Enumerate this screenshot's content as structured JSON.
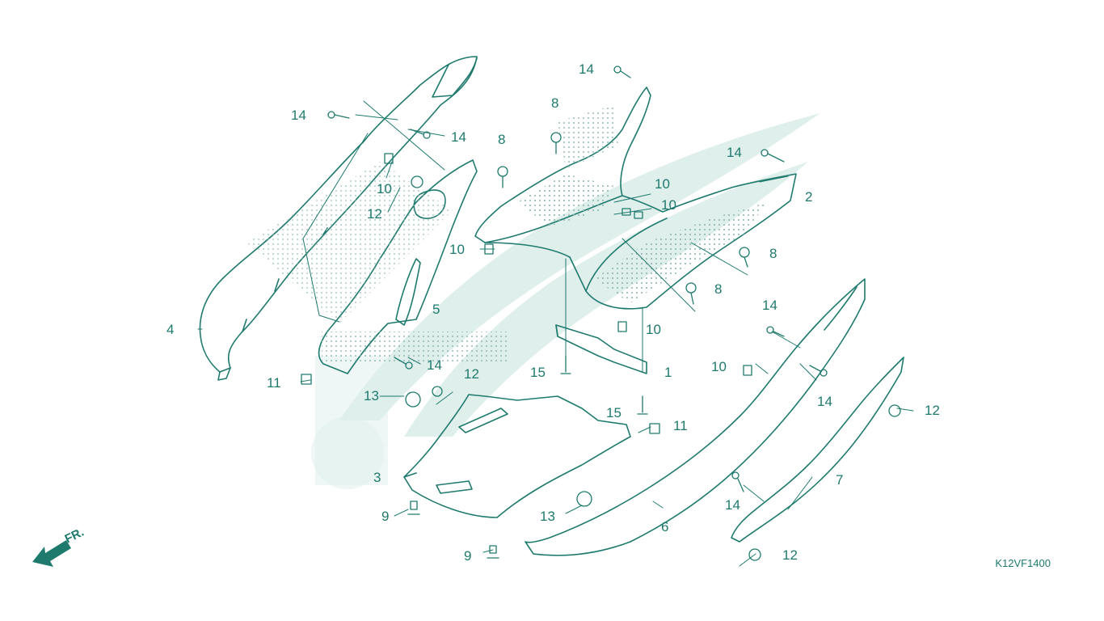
{
  "diagram_code": "K12VF1400",
  "front_indicator": "FR.",
  "colors": {
    "line": "#1f7a6e",
    "watermark": "#dceee9",
    "dots": "#8fb9b2"
  },
  "callouts": {
    "c1": "1",
    "c2": "2",
    "c3": "3",
    "c4": "4",
    "c5": "5",
    "c6": "6",
    "c7": "7",
    "c8a": "8",
    "c8b": "8",
    "c8c": "8",
    "c8d": "8",
    "c9a": "9",
    "c9b": "9",
    "c10a": "10",
    "c10b": "10",
    "c10c": "10",
    "c10d": "10",
    "c10e": "10",
    "c10f": "10",
    "c11a": "11",
    "c11b": "11",
    "c12a": "12",
    "c12b": "12",
    "c12c": "12",
    "c12d": "12",
    "c13a": "13",
    "c13b": "13",
    "c14a": "14",
    "c14b": "14",
    "c14c": "14",
    "c14d": "14",
    "c14e": "14",
    "c14f": "14",
    "c14g": "14",
    "c14h": "14",
    "c15a": "15",
    "c15b": "15"
  }
}
